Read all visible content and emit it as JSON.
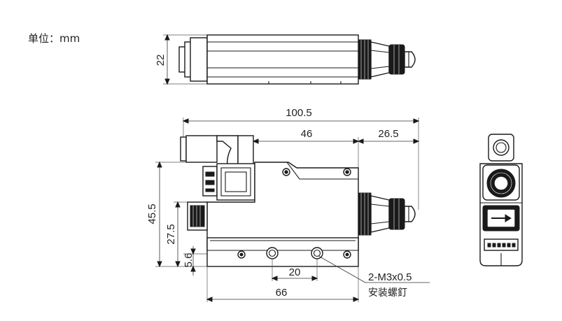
{
  "unit_label": "单位：mm",
  "dimensions": {
    "top_height": "22",
    "overall_length": "100.5",
    "length_46": "46",
    "length_26_5": "26.5",
    "height_45_5": "45.5",
    "height_27_5": "27.5",
    "height_5_6": "5.6",
    "hole_pitch": "20",
    "base_length": "66"
  },
  "annotations": {
    "screw_spec": "2-M3x0.5",
    "screw_note": "安装螺釘"
  },
  "icons": {
    "direction": "right-arrow-icon"
  }
}
